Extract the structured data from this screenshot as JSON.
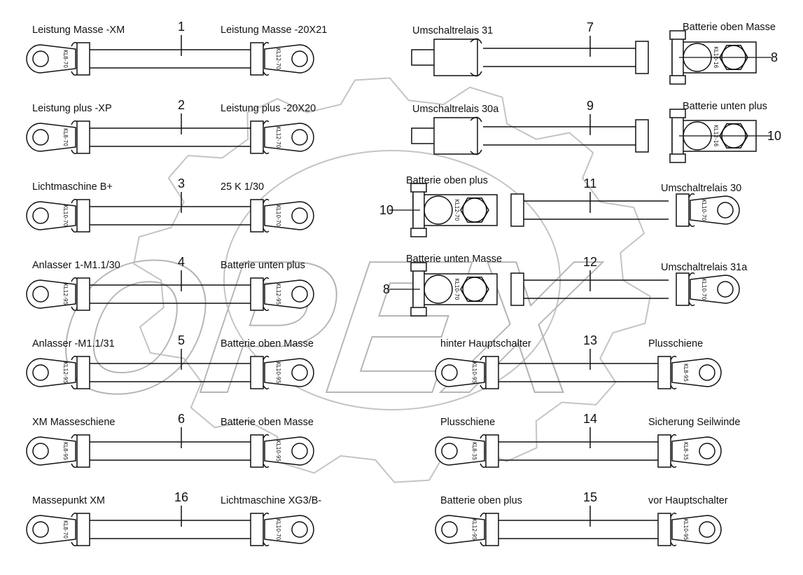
{
  "watermark": "OPEX",
  "cables_left": [
    {
      "num": "1",
      "left": "Leistung Masse -XM",
      "right": "Leistung Masse -20X21",
      "lugL": "KL8-70",
      "lugR": "KL12-70"
    },
    {
      "num": "2",
      "left": "Leistung plus -XP",
      "right": "Leistung plus -20X20",
      "lugL": "KL8-70",
      "lugR": "KL12-70"
    },
    {
      "num": "3",
      "left": "Lichtmaschine B+",
      "right": "25 K 1/30",
      "lugL": "KL10-70",
      "lugR": "KL10-70"
    },
    {
      "num": "4",
      "left": "Anlasser 1-M1.1/30",
      "right": "Batterie unten plus",
      "lugL": "KL12-95",
      "lugR": "KL12-95"
    },
    {
      "num": "5",
      "left": "Anlasser -M1.1/31",
      "right": "Batterie oben Masse",
      "lugL": "KL12-95",
      "lugR": "KL10-95"
    },
    {
      "num": "6",
      "left": "XM Masseschiene",
      "right": "Batterie oben Masse",
      "lugL": "KL8-95",
      "lugR": "KL10-95"
    },
    {
      "num": "16",
      "left": "Massepunkt XM",
      "right": "Lichtmaschine XG3/B-",
      "lugL": "KL8-70",
      "lugR": "KL10-70"
    }
  ],
  "cable_7": {
    "num": "7",
    "left": "Umschaltrelais 31",
    "right": "Batterie oben Masse",
    "lug": "KL10-16",
    "clamp": "8"
  },
  "cable_9": {
    "num": "9",
    "left": "Umschaltrelais 30a",
    "right": "Batterie unten plus",
    "lug": "KL12-16",
    "clamp": "10"
  },
  "cable_11": {
    "num": "11",
    "left": "Batterie oben plus",
    "right": "Umschaltrelais 30",
    "lugL": "KL12-70",
    "lugR": "KL10-70",
    "clamp": "10"
  },
  "cable_12": {
    "num": "12",
    "left": "Batterie unten Masse",
    "right": "Umschaltrelais 31a",
    "lugL": "KL10-70",
    "lugR": "KL10-70",
    "clamp": "8"
  },
  "cables_right": [
    {
      "num": "13",
      "left": "hinter Hauptschalter",
      "right": "Plusschiene",
      "lugL": "KL10-95",
      "lugR": "KL8-95"
    },
    {
      "num": "14",
      "left": "Plusschiene",
      "right": "Sicherung Seilwinde",
      "lugL": "KL8-35",
      "lugR": "KL8-35"
    },
    {
      "num": "15",
      "left": "Batterie oben plus",
      "right": "vor Hauptschalter",
      "lugL": "KL12-95",
      "lugR": "KL10-95"
    }
  ]
}
